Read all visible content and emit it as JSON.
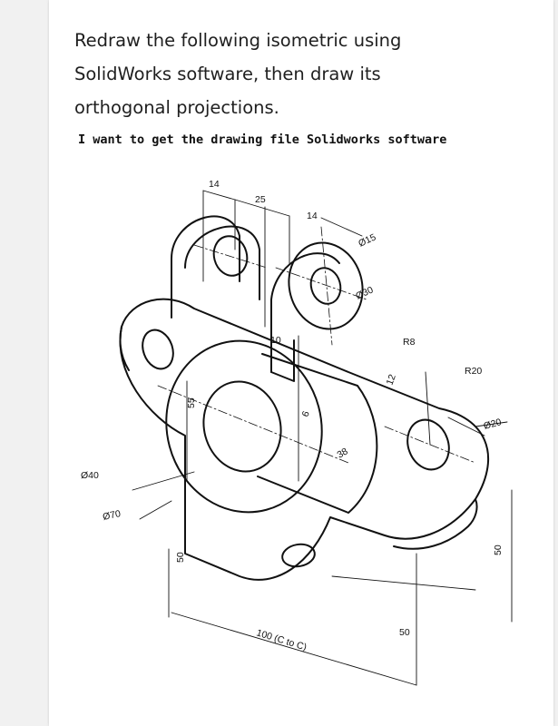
{
  "question": {
    "line1": "Redraw the following isometric using",
    "line2": "SolidWorks software, then draw its",
    "line3": "orthogonal projections."
  },
  "request": "I want to get the drawing file Solidworks software",
  "dimensions": {
    "d14a": "14",
    "d25": "25",
    "d14b": "14",
    "d15": "Ø15",
    "d30": "Ø30",
    "d10": "10",
    "r8": "R8",
    "r20": "R20",
    "d20": "Ø20",
    "d12": "12",
    "d55": "55",
    "d6": "6",
    "d38": "38",
    "d40": "Ø40",
    "d70": "Ø70",
    "d50v": "50",
    "d100": "100 (C to C)",
    "d50a": "50",
    "d50b": "50"
  }
}
